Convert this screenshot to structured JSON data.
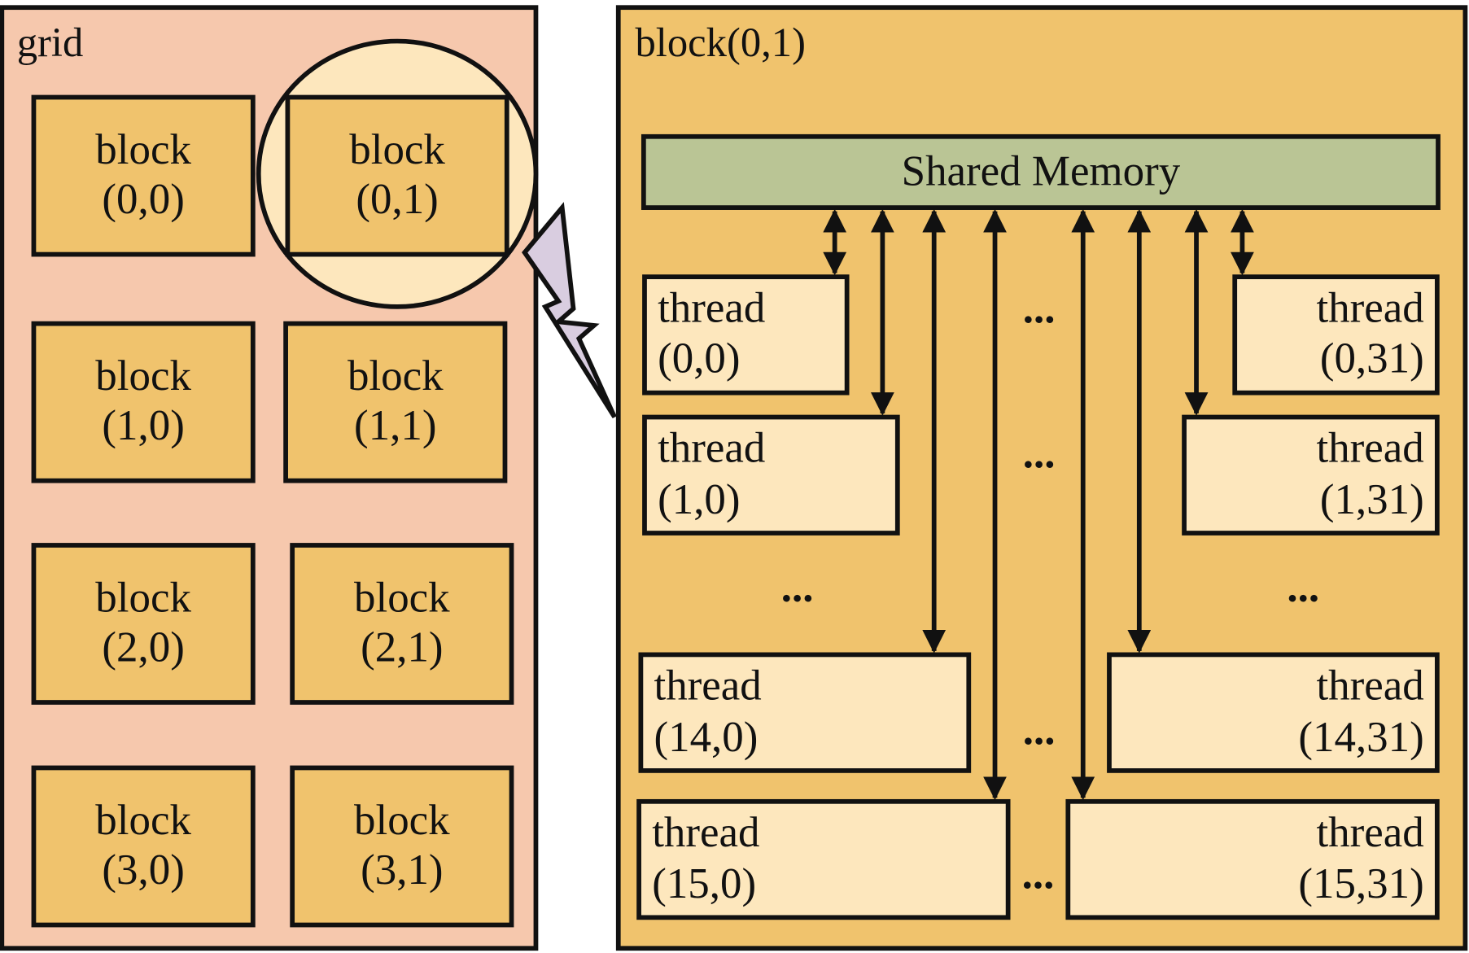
{
  "colors": {
    "grid_bg": "#f6c8ad",
    "block_fill": "#f0c36d",
    "highlight_fill": "#fde7bd",
    "thread_fill": "#fde7bd",
    "shared_memory_fill": "#bac595",
    "lightning_fill": "#d9cde0",
    "stroke": "#111111"
  },
  "grid": {
    "label": "grid",
    "blocks": [
      {
        "line1": "block",
        "line2": "(0,0)"
      },
      {
        "line1": "block",
        "line2": "(0,1)",
        "highlighted": true
      },
      {
        "line1": "block",
        "line2": "(1,0)"
      },
      {
        "line1": "block",
        "line2": "(1,1)"
      },
      {
        "line1": "block",
        "line2": "(2,0)"
      },
      {
        "line1": "block",
        "line2": "(2,1)"
      },
      {
        "line1": "block",
        "line2": "(3,0)"
      },
      {
        "line1": "block",
        "line2": "(3,1)"
      }
    ]
  },
  "detail": {
    "label": "block(0,1)",
    "shared_memory": "Shared Memory",
    "ellipsis": "...",
    "threads_left": [
      {
        "line1": "thread",
        "line2": "(0,0)"
      },
      {
        "line1": "thread",
        "line2": "(1,0)"
      },
      {
        "line1": "thread",
        "line2": "(14,0)"
      },
      {
        "line1": "thread",
        "line2": "(15,0)"
      }
    ],
    "threads_right": [
      {
        "line1": "thread",
        "line2": "(0,31)"
      },
      {
        "line1": "thread",
        "line2": "(1,31)"
      },
      {
        "line1": "thread",
        "line2": "(14,31)"
      },
      {
        "line1": "thread",
        "line2": "(15,31)"
      }
    ]
  }
}
